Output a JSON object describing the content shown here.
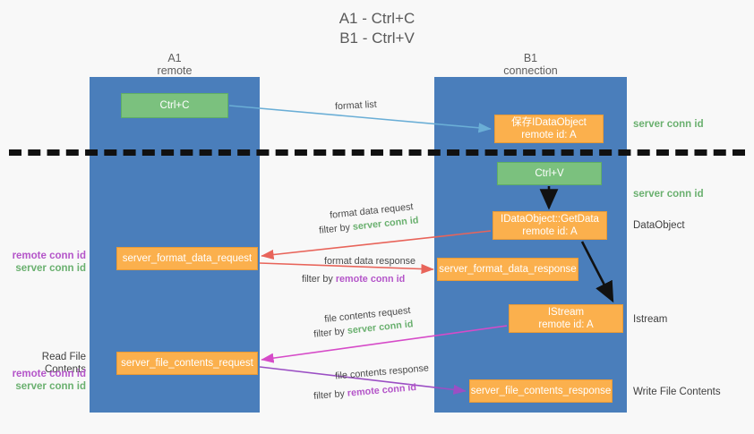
{
  "title": {
    "line1": "A1 - Ctrl+C",
    "line2": "B1 - Ctrl+V"
  },
  "lanes": {
    "a1": {
      "name": "A1",
      "role": "remote"
    },
    "b1": {
      "name": "B1",
      "role": "connection"
    }
  },
  "boxes": {
    "ctrl_c": {
      "label": "Ctrl+C",
      "color": "#7bc17e"
    },
    "idataobject_store": {
      "line1": "保存IDataObject",
      "line2": "remote id: A",
      "color": "#fbb04d"
    },
    "ctrl_v": {
      "label": "Ctrl+V",
      "color": "#7bc17e"
    },
    "getdata": {
      "line1": "IDataObject::GetData",
      "line2": "remote id: A",
      "color": "#fbb04d"
    },
    "server_format_data_request": {
      "label": "server_format_data_request",
      "color": "#fbb04d"
    },
    "server_format_data_response": {
      "label": "server_format_data_response",
      "color": "#fbb04d"
    },
    "istream": {
      "line1": "IStream",
      "line2": "remote id: A",
      "color": "#fbb04d"
    },
    "server_file_contents_request": {
      "label": "server_file_contents_request",
      "color": "#fbb04d"
    },
    "server_file_contents_response": {
      "label": "server_file_contents_response",
      "color": "#fbb04d"
    }
  },
  "arrow_captions": {
    "format_list": "format list",
    "format_data_request": "format data request",
    "format_data_request_filter_prefix": "filter by ",
    "format_data_request_filter_key": "server conn id",
    "format_data_response": "format data response",
    "format_data_response_filter_prefix": "filter by ",
    "format_data_response_filter_key": "remote conn id",
    "file_contents_request": "file contents request",
    "file_contents_request_filter_prefix": "filter by ",
    "file_contents_request_filter_key": "server conn id",
    "file_contents_response": "file contents response",
    "file_contents_response_filter_prefix": "filter by ",
    "file_contents_response_filter_key": "remote conn id"
  },
  "side_labels": {
    "right": {
      "server_conn_id_top": "server conn id",
      "server_conn_id_mid": "server conn id",
      "dataobject": "DataObject",
      "istream": "Istream",
      "write_file_contents": "Write File Contents"
    },
    "left": {
      "remote_conn_id_1": "remote conn id",
      "server_conn_id_1": "server conn id",
      "read_file_contents": "Read File Contents",
      "remote_conn_id_2": "remote conn id",
      "server_conn_id_2": "server conn id"
    }
  },
  "colors": {
    "lane": "#4a7ebb",
    "green_box": "#7bc17e",
    "orange_box": "#fbb04d",
    "green_text": "#6ab06f",
    "purple_text": "#b455c9",
    "arrow_blue": "#6aaed6",
    "arrow_red": "#e8645a",
    "arrow_magenta": "#d64bc8",
    "arrow_purple": "#9b4fc4",
    "arrow_black": "#111111",
    "background": "#f8f8f8"
  }
}
